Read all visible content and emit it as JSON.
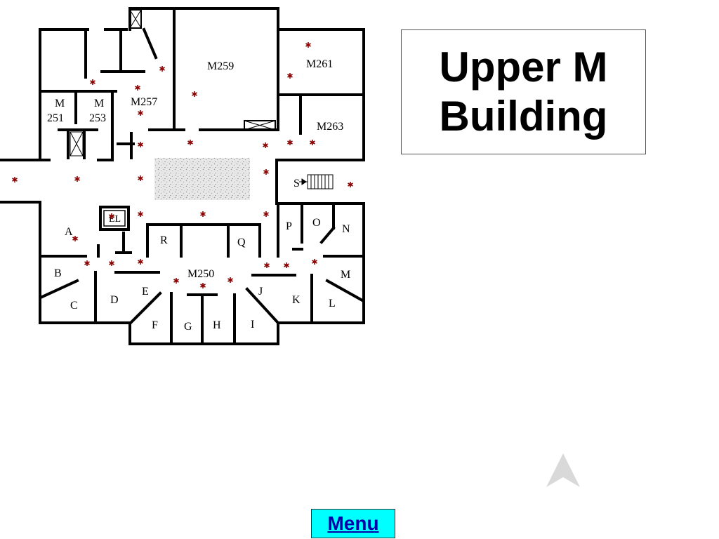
{
  "title": {
    "line1": "Upper M",
    "line2": "Building"
  },
  "room_labels": {
    "m259": "M259",
    "m261": "M261",
    "m257": "M257",
    "m251_a": "M",
    "m251_b": "251",
    "m253_a": "M",
    "m253_b": "253",
    "m263": "M263",
    "m250": "M250",
    "s": "S",
    "el": "EL",
    "a": "A",
    "b": "B",
    "c": "C",
    "d": "D",
    "e": "E",
    "f": "F",
    "g": "G",
    "h": "H",
    "i": "I",
    "j": "J",
    "k": "K",
    "l": "L",
    "m": "M",
    "n": "N",
    "o": "O",
    "p": "P",
    "q": "Q",
    "r": "R"
  },
  "icons": {
    "location_marker": "star-marker-icon",
    "stairs": "stairs-icon",
    "elevator": "elevator-icon",
    "nav": "arrow-up-icon"
  },
  "colors": {
    "marker": "#8b0000",
    "menu_background": "#00ffff",
    "menu_text": "#0000aa",
    "nav_arrow": "#d9d9d9"
  },
  "menu": {
    "label": "Menu"
  }
}
